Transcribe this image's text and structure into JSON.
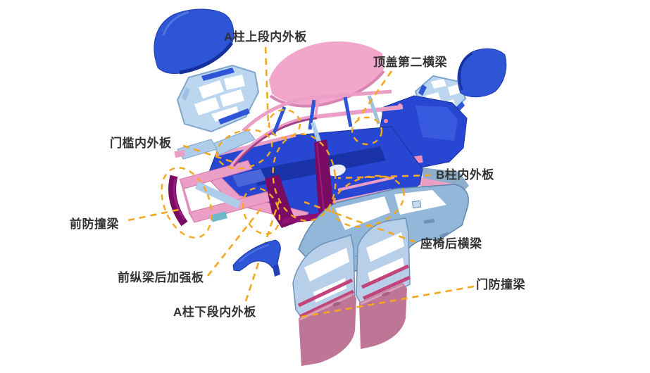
{
  "diagram": {
    "type": "exploded-view-car-body-structure",
    "labels": [
      {
        "id": "a-pillar-upper",
        "text": "A柱上段内外板"
      },
      {
        "id": "roof-second-crossbeam",
        "text": "顶盖第二横梁"
      },
      {
        "id": "sill-inner-outer-panel",
        "text": "门槛内外板"
      },
      {
        "id": "b-pillar-inner-outer",
        "text": "B柱内外板"
      },
      {
        "id": "front-bumper-beam",
        "text": "前防撞梁"
      },
      {
        "id": "seat-rear-crossbeam",
        "text": "座椅后横梁"
      },
      {
        "id": "front-rail-reinforcement",
        "text": "前纵梁后加强板"
      },
      {
        "id": "a-pillar-lower",
        "text": "A柱下段内外板"
      },
      {
        "id": "door-impact-beam",
        "text": "门防撞梁"
      }
    ],
    "parts": [
      {
        "name": "hood-outer-panel",
        "color": "#2E55D6"
      },
      {
        "name": "hood-inner-panel",
        "color": "#BCD6F0"
      },
      {
        "name": "roof-outer-panel",
        "color": "#F2A6CB"
      },
      {
        "name": "decklid-outer-panel",
        "color": "#2E55D6"
      },
      {
        "name": "decklid-inner-panel",
        "color": "#BCD6F0"
      },
      {
        "name": "rear-parcel-crossbeam",
        "color": "#C18BDE"
      },
      {
        "name": "body-in-white-frame",
        "color": "#2746D2"
      },
      {
        "name": "front-bumper-beam",
        "color": "#7A0B62"
      },
      {
        "name": "front-fender",
        "color": "#2E55D6"
      },
      {
        "name": "bodyside-outer-panel",
        "color": "#93B7D9"
      },
      {
        "name": "door-inner-frames",
        "color": "#B7CFE9"
      },
      {
        "name": "door-impact-beams",
        "color": "#C2447A"
      },
      {
        "name": "door-outer-panels",
        "color": "#BE7596"
      }
    ],
    "colors": {
      "c_white": "#FFFFFF",
      "c_label_text": "#333333",
      "c_leader": "#F5A71F",
      "c_blue": "#2E55D6",
      "c_blue_dark": "#1B3AAE",
      "c_lightblue": "#BCD6F0",
      "c_lightblue_stroke": "#7FA6CD",
      "c_pink": "#F2A6CB",
      "c_pink_dark": "#D985B4",
      "c_framepink": "#EC9FC6",
      "c_maroon": "#7A0B62",
      "c_maroon_light": "#9A1C7E",
      "c_floor": "#2746D2",
      "c_floor_dark": "#1B33A8",
      "c_steel": "#93B7D9",
      "c_steel_stroke": "#5F86AD",
      "c_doorframe": "#B7CFE9",
      "c_doorframe_stroke": "#6D92B8",
      "c_doorbeam": "#C2447A",
      "c_rose": "#BE7596",
      "c_rose_light": "#D9A0B9",
      "c_violet": "#C18BDE",
      "c_grayblue": "#8FAECC",
      "c_teal": "#6FB7C9"
    }
  }
}
